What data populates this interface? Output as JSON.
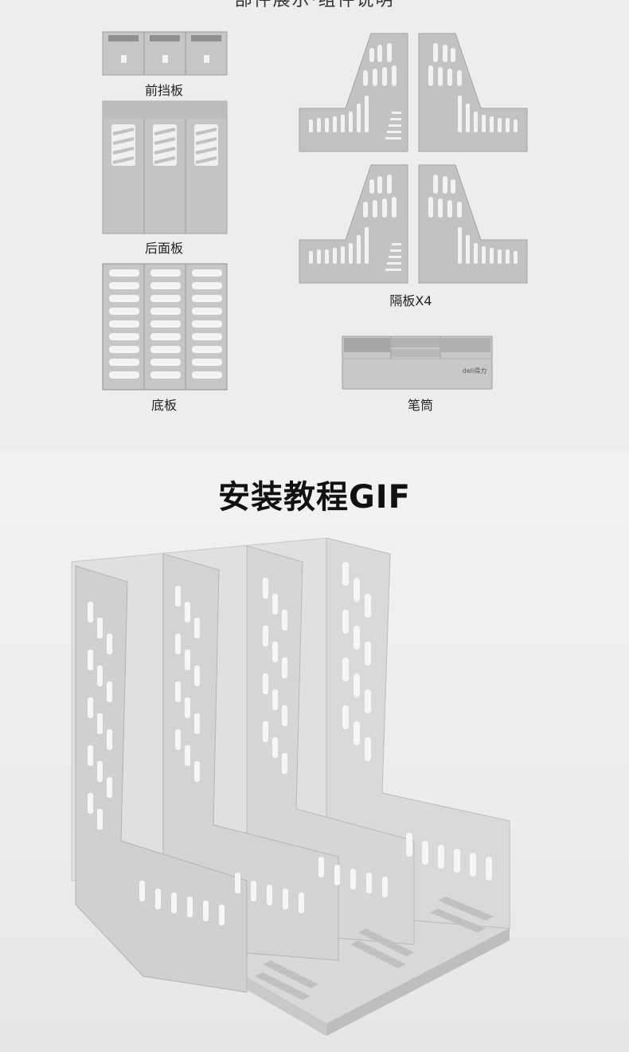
{
  "top_heading": "部件展示·组件说明",
  "parts": {
    "front_panel": "前挡板",
    "back_panel": "后面板",
    "base_panel": "底板",
    "divider": "隔板X4",
    "pen_holder": "笔筒"
  },
  "pen_holder_brand": "deli得力",
  "tutorial_title": "安装教程GIF",
  "colors": {
    "plastic": "#c4c4c4",
    "plastic_dark": "#a9a9a9",
    "background": "#ededed"
  }
}
